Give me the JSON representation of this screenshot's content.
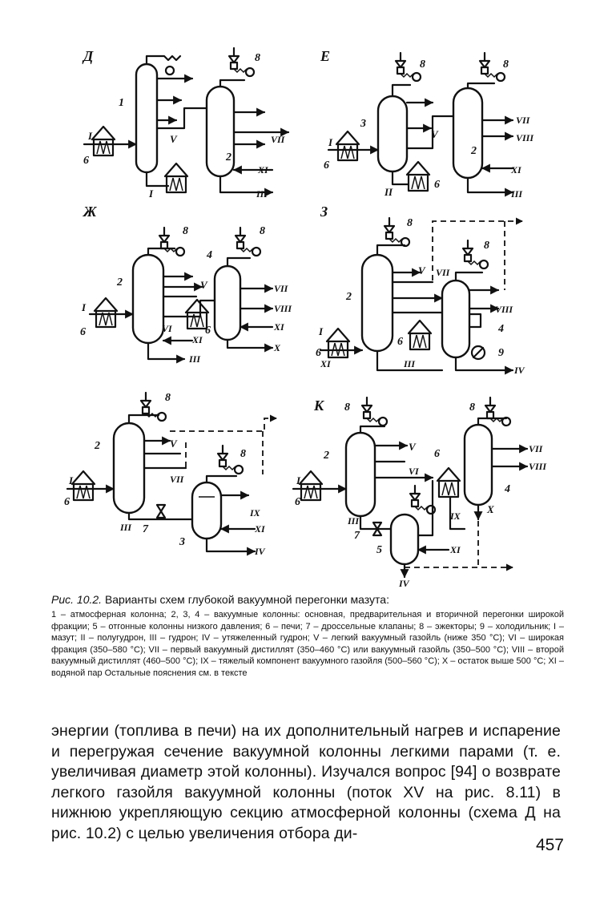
{
  "schemes": {
    "d": {
      "label": "Д",
      "num_1": "1",
      "num_2": "2",
      "num_6": "6",
      "num_8": "8",
      "s_I": "I",
      "s_II": "I",
      "s_V": "V",
      "s_VII": "VII",
      "s_XI": "XI",
      "s_III": "III"
    },
    "e": {
      "label": "Е",
      "num_3": "3",
      "num_2": "2",
      "num_6a": "6",
      "num_6b": "6",
      "num_8a": "8",
      "num_8b": "8",
      "s_I": "I",
      "s_II": "II",
      "s_V": "V",
      "s_VII": "VII",
      "s_VIII": "VIII",
      "s_XI": "XI",
      "s_III": "III"
    },
    "zh": {
      "label": "Ж",
      "num_2": "2",
      "num_4": "4",
      "num_6a": "6",
      "num_6b": "6",
      "num_8a": "8",
      "num_8b": "8",
      "s_I": "I",
      "s_V": "V",
      "s_VI": "VI",
      "s_XI": "XI",
      "s_III": "III",
      "s_VII": "VII",
      "s_VIII": "VIII",
      "s_Xr": "XI",
      "s_X": "X"
    },
    "z": {
      "label": "З",
      "num_2": "2",
      "num_4": "4",
      "num_6a": "6",
      "num_6b": "6",
      "num_8a": "8",
      "num_8b": "8",
      "num_9": "9",
      "s_I": "I",
      "s_XI": "XI",
      "s_III": "III",
      "s_V": "V",
      "s_VII": "VII",
      "s_VIII": "VIII",
      "s_IV": "IV"
    },
    "i": {
      "num_2": "2",
      "num_3": "3",
      "num_6": "6",
      "num_7": "7",
      "num_8a": "8",
      "num_8b": "8",
      "s_I": "I",
      "s_V": "V",
      "s_VII": "VII",
      "s_III": "III",
      "s_IX": "IX",
      "s_XI": "XI",
      "s_IV": "IV"
    },
    "k": {
      "label": "К",
      "num_2": "2",
      "num_4": "4",
      "num_5": "5",
      "num_6a": "6",
      "num_6b": "6",
      "num_7": "7",
      "num_8a": "8",
      "num_8b": "8",
      "s_I": "I",
      "s_V": "V",
      "s_VI": "VI",
      "s_III": "III",
      "s_IX": "IX",
      "s_X": "X",
      "s_XI": "XI",
      "s_IV": "IV",
      "s_VII": "VII",
      "s_VIII": "VIII"
    }
  },
  "caption": {
    "figure_label": "Рис. 10.2.",
    "title": "Варианты схем глубокой вакуумной перегонки мазута:",
    "legend": "1 – атмосферная колонна; 2, 3, 4 – вакуумные колонны: основная, предварительная и вторичной перегонки широкой фракции; 5 – отгонные колонны низкого давления; 6 – печи; 7 – дроссельные клапаны; 8 – эжекторы; 9 – холодильник; I – мазут; II – полугудрон, III – гудрон; IV – утяжеленный гудрон; V – легкий вакуумный газойль (ниже 350 °С); VI – широкая фракция (350–580 °С); VII – первый вакуумный дистиллят (350–460 °С) или вакуумный газойль (350–500 °С); VIII – второй вакуумный дистиллят (460–500 °С); IX – тяжелый компонент вакуумного газойля (500–560 °С); X – остаток выше 500 °С; XI – водяной пар Остальные пояснения   см. в тексте"
  },
  "body_text": "энергии (топлива в печи) на их дополнительный нагрев и испарение и перегружая сечение вакуумной колонны легкими парами (т. е. увеличивая диаметр этой колонны). Изучался вопрос [94] о возврате легкого газойля вакуумной колонны (поток XV на рис. 8.11) в нижнюю укрепляющую секцию атмосферной колонны (схема Д на рис. 10.2) с целью увеличения отбора ди-",
  "page_number": "457"
}
